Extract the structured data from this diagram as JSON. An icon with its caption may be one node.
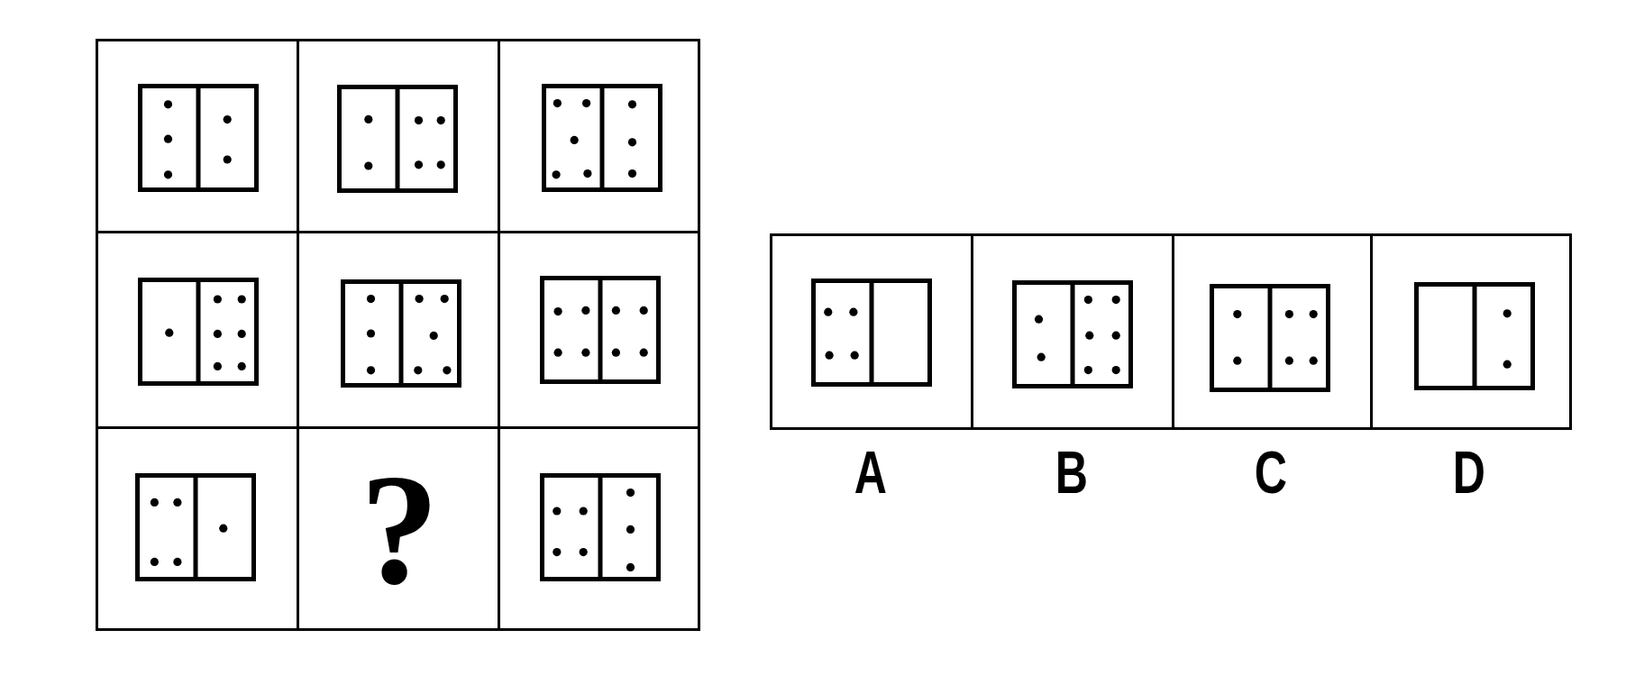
{
  "diagram": {
    "labels": [
      "?",
      "A",
      "B",
      "C",
      "D"
    ]
  }
}
